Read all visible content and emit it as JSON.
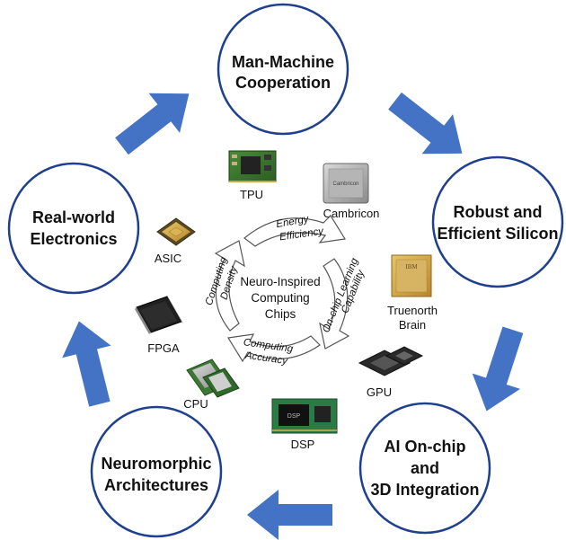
{
  "circles": {
    "top": {
      "line1": "Man-Machine",
      "line2": "Cooperation"
    },
    "right": {
      "line1": "Robust and",
      "line2": "Efficient Silicon"
    },
    "bottom_right": {
      "line1": "AI On-chip",
      "line2": "and",
      "line3": "3D Integration"
    },
    "bottom_left": {
      "line1": "Neuromorphic",
      "line2": "Architectures"
    },
    "left": {
      "line1": "Real-world",
      "line2": "Electronics"
    }
  },
  "chips": {
    "tpu": "TPU",
    "cambricon": "Cambricon",
    "asic": "ASIC",
    "truenorth_line1": "Truenorth",
    "truenorth_line2": "Brain",
    "fpga": "FPGA",
    "gpu": "GPU",
    "cpu": "CPU",
    "dsp": "DSP"
  },
  "chip_marks": {
    "cambricon_print": "Cambricon",
    "ibm_print": "IBM",
    "dsp_print": "DSP"
  },
  "center": {
    "line1": "Neuro-Inspired",
    "line2": "Computing",
    "line3": "Chips"
  },
  "cycle": {
    "energy_line1": "Energy",
    "energy_line2": "Efficiency",
    "onchip_line1": "On-chip Learning",
    "onchip_line2": "Capability",
    "accuracy_line1": "Computing",
    "accuracy_line2": "Accuracy",
    "density_line1": "Computing",
    "density_line2": "Density"
  },
  "colors": {
    "circle_stroke": "#1f3f8f",
    "arrow_fill": "#4472c4",
    "cycle_stroke": "#555555"
  }
}
